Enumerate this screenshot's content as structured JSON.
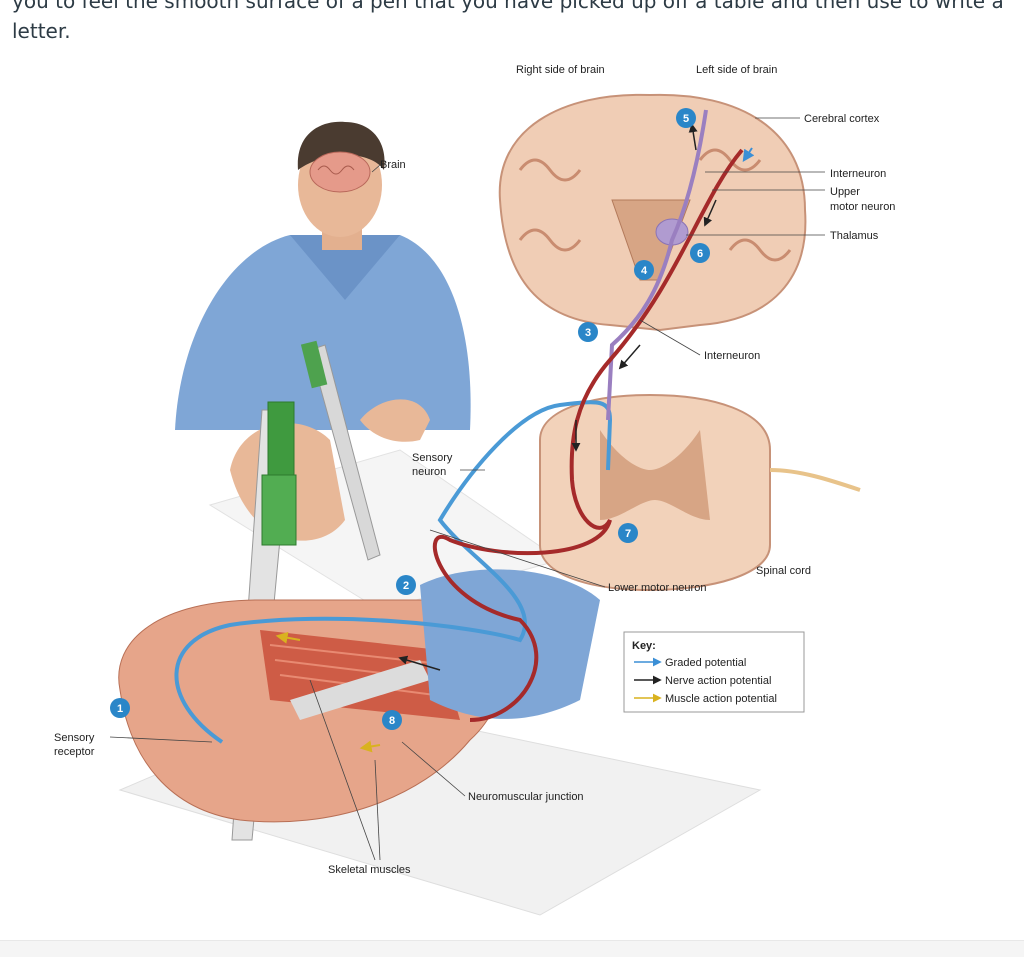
{
  "intro": {
    "line1": "you to feel the smooth surface of a pen that you have picked up off a table and then use to write a",
    "line2": "letter."
  },
  "headers": {
    "right_side": "Right side of brain",
    "left_side": "Left side of brain"
  },
  "labels": {
    "brain": "Brain",
    "cerebral_cortex": "Cerebral cortex",
    "interneuron_top": "Interneuron",
    "upper_motor_1": "Upper",
    "upper_motor_2": "motor neuron",
    "thalamus": "Thalamus",
    "interneuron_mid": "Interneuron",
    "sensory_neuron_1": "Sensory",
    "sensory_neuron_2": "neuron",
    "spinal_cord": "Spinal cord",
    "lower_motor_neuron": "Lower motor neuron",
    "sensory_receptor_1": "Sensory",
    "sensory_receptor_2": "receptor",
    "neuromuscular_junction": "Neuromuscular junction",
    "skeletal_muscles": "Skeletal muscles"
  },
  "steps": [
    "1",
    "2",
    "3",
    "4",
    "5",
    "6",
    "7",
    "8"
  ],
  "key": {
    "title": "Key:",
    "items": [
      {
        "label": "Graded potential",
        "color": "#3b8fd6"
      },
      {
        "label": "Nerve action potential",
        "color": "#222222"
      },
      {
        "label": "Muscle action potential",
        "color": "#d9b21f"
      }
    ]
  },
  "colors": {
    "step_badge": "#2a86c8",
    "sensory_path": "#4a9ad6",
    "motor_path": "#a52a2a",
    "interneuron_path": "#9a7fc0"
  }
}
